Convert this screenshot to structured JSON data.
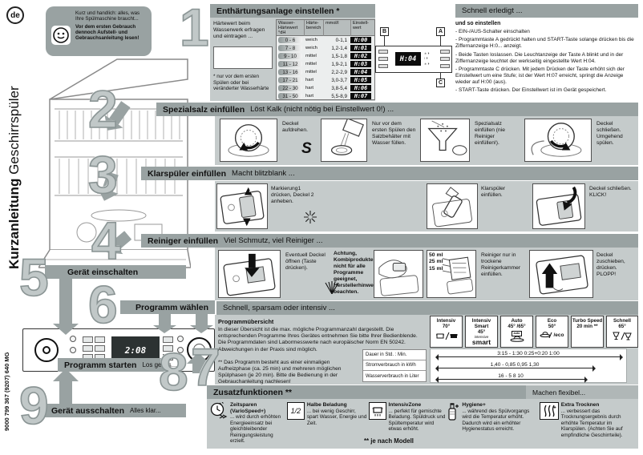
{
  "badge": "de",
  "sidebar": {
    "title_bold": "Kurzanleitung",
    "title_rest": " Geschirrspüler",
    "doc_number": "9000 799 367 (9207) 640 MG"
  },
  "intro": {
    "text": "Kurz und handlich: alles, was Ihre Spülmaschine braucht...",
    "bold": "Vor dem ersten Gebrauch dennoch Aufstell- und Gebrauchsanleitung lesen!"
  },
  "panel": {
    "display": "2:08"
  },
  "step1": {
    "num": "1",
    "title": "Enthärtungsanlage einstellen *",
    "note": "Härtewert beim Wasserwerk erfragen und eintragen ...",
    "footnote": "* nur vor dem ersten Spülen oder bei veränderter Wasserhärte",
    "table": {
      "h": [
        "Wasser-Härtewert °dH",
        "Härte-bereich",
        "mmol/l",
        "Einstell-wert"
      ],
      "rows": [
        [
          "0 - 6",
          "weich",
          "0-1,1",
          "H:00"
        ],
        [
          "7 - 8",
          "weich",
          "1,2-1,4",
          "H:01"
        ],
        [
          "9 - 10",
          "mittel",
          "1,5-1,8",
          "H:02"
        ],
        [
          "11 - 12",
          "mittel",
          "1,9-2,1",
          "H:03"
        ],
        [
          "13 - 16",
          "mittel",
          "2,2-2,9",
          "H:04"
        ],
        [
          "17 - 21",
          "hart",
          "3,0-3,7",
          "H:05"
        ],
        [
          "22 - 30",
          "hart",
          "3,8-5,4",
          "H:06"
        ],
        [
          "31 - 50",
          "hart",
          "5,5-8,9",
          "H:07"
        ]
      ]
    },
    "panel_labels": [
      "B",
      "A",
      "C"
    ],
    "panel_display": "H:04",
    "right_title": "Schnell erledigt ...",
    "how": "und so einstellen",
    "bullets": [
      "- EIN-/AUS-Schalter einschalten",
      "- Programmtaste A gedrückt halten und START-Taste solange drücken bis die Ziffernanzeige H:0... anzeigt.",
      "- Beide Tasten loslassen. Die Leuchtanzeige der Taste A blinkt und in der Ziffernanzeige leuchtet der werkseitig eingestellte Wert H:04.",
      "- Programmtaste C drücken. Mit jedem Drücken der Taste erhöht sich der Einstellwert um eine Stufe; ist der Wert H:07 erreicht, springt die Anzeige wieder auf H:00 (aus).",
      "- START-Taste drücken. Der Einstellwert ist im Gerät gespeichert."
    ]
  },
  "step2": {
    "num": "2",
    "title": "Spezialsalz einfüllen",
    "tagline": "Löst Kalk (nicht nötig bei Einstellwert 0!) ...",
    "salt_symbol": "S",
    "captions": [
      "Deckel aufdrehen.",
      "Nur vor dem ersten Spülen den Salzbehälter mit Wasser füllen.",
      "Spezialsalz einfüllen (nie Reiniger einfüllen!).",
      "Deckel schließen. Umgehend spülen."
    ]
  },
  "step3": {
    "num": "3",
    "title": "Klarspüler einfüllen",
    "tagline": "Macht blitzblank ...",
    "marks": [
      "2",
      "1"
    ],
    "captions": [
      "Markierung1 drücken, Deckel 2 anheben.",
      "Klarspüler einfüllen.",
      "Deckel schließen. KLICK!"
    ]
  },
  "step4": {
    "num": "4",
    "title": "Reiniger einfüllen",
    "tagline": "Viel Schmutz, viel Reiniger ...",
    "ml_marks": [
      "50 ml",
      "25 ml",
      "15 ml"
    ],
    "captions": [
      "Eventuell Deckel öffnen (Taste drücken).",
      "Achtung, Kombiprodukte nicht für alle Programme geeignet, Herstellerhinweise beachten.",
      "Reiniger nur in trockene Reinigerkammer einfüllen.",
      "Deckel zuschieben, drücken. PLOPP!"
    ]
  },
  "step5": {
    "num": "5",
    "title": "Gerät einschalten"
  },
  "step6": {
    "num": "6",
    "title": "Programm wählen",
    "tagline": "Schnell, sparsam oder intensiv ...",
    "overview_title": "Programmübersicht",
    "overview_text": "In dieser Übersicht ist die max. mögliche Programmanzahl dargestellt. Die entsprechenden Programme Ihres Gerätes entnehmen Sie bitte Ihrer Bedienblende. Die Programmdaten sind Labormesswerte nach europäischer Norm EN 50242. Abweichungen in der Praxis sind möglich.",
    "overview_footnote": "** Das Programm besteht aus einer einmaligen Aufheizphase (ca. 25 min) und mehreren möglichen Spülphasen (je 20 min). Bitte die Bedienung in der Gebrauchanleitung nachlesen!",
    "metrics": [
      "Dauer in Std. : Min.",
      "Stromverbrauch in kWh",
      "Wasserverbrauch in Liter"
    ],
    "programs": [
      {
        "name": "Intensiv",
        "temp": "70°"
      },
      {
        "name": "Intensiv Smart",
        "temp": "45°",
        "sub": "intensive",
        "logo": "smart"
      },
      {
        "name": "Auto",
        "temp": "45° /65°",
        "logo": "auto"
      },
      {
        "name": "Eco",
        "temp": "50°",
        "logo": "/eco"
      },
      {
        "name": "Turbo Speed",
        "temp": "20 min **"
      },
      {
        "name": "Schnell",
        "temp": "65°"
      }
    ],
    "values": [
      "3:15 - 1:30 0:25+0:20 1:00",
      "1,40 - 0,85 0,95 1,30",
      "16 - 5 8 10"
    ]
  },
  "step7": {
    "num": "7",
    "title": "Zusatzfunktionen **",
    "tagline": "Machen flexibel...",
    "functions": [
      {
        "name": "Zeitsparen (VarioSpeed+)",
        "desc": "... wird durch erhöhten Energieeinsatz bei gleichbleibender Reinigungsleistung erzielt."
      },
      {
        "name": "Halbe Beladung",
        "desc": "... bei wenig Geschirr, spart Wasser, Energie und Zeit.",
        "glyph": "1/2"
      },
      {
        "name": "IntensivZone",
        "desc": "... perfekt für gemischte Beladung. Spüldruck und Spültemperatur wird etwas erhöht."
      },
      {
        "name": "Hygiene+",
        "desc": "... während des Spülvorgangs wird die Temperatur erhöht. Dadurch wird ein erhöhter Hygienestatus erreicht."
      },
      {
        "name": "Extra Trocknen",
        "desc": "... verbessert das Trocknungsergebnis durch erhöhte Temperatur im Klarspülen. (Achten Sie auf empfindliche Geschirrteile)."
      }
    ],
    "footnote": "** je nach  Modell"
  },
  "step8": {
    "num": "8",
    "title": "Programm starten",
    "tagline": "Los geht's..."
  },
  "step9": {
    "num": "9",
    "title": "Gerät ausschalten",
    "tagline": "Alles klar..."
  }
}
